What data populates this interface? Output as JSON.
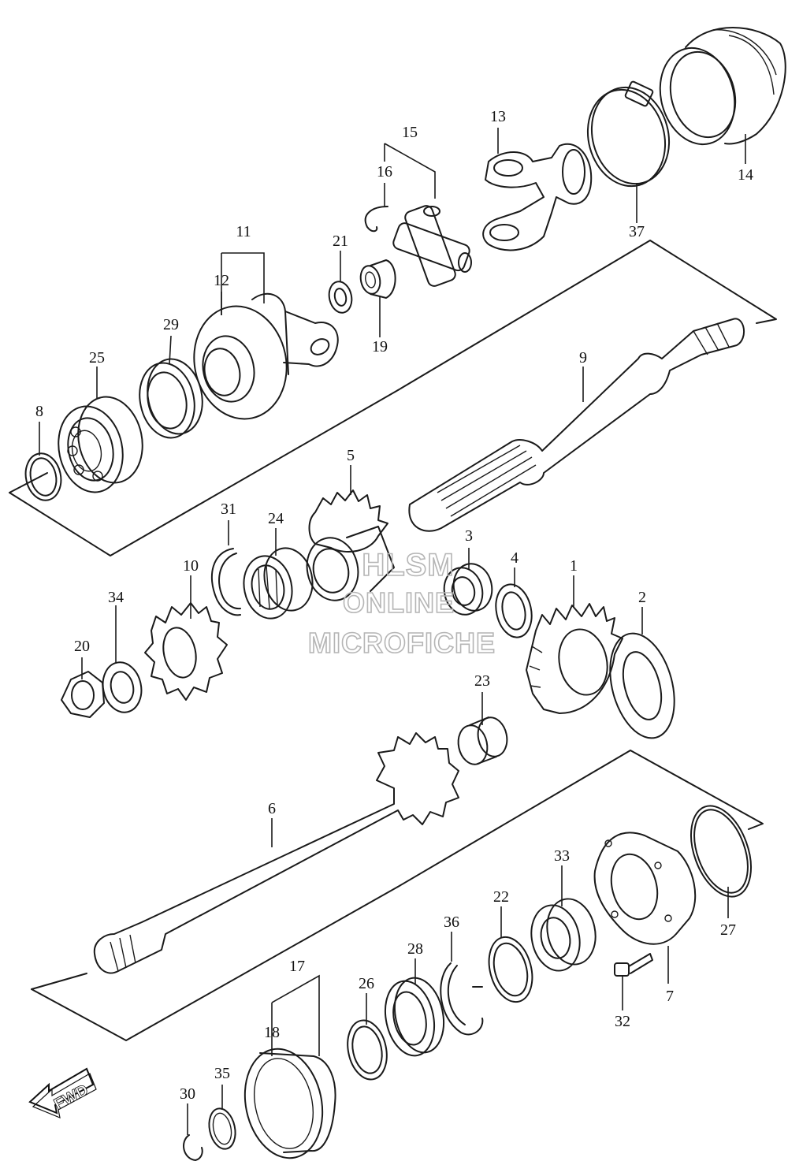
{
  "diagram": {
    "callouts": [
      "1",
      "2",
      "3",
      "4",
      "5",
      "6",
      "7",
      "8",
      "9",
      "10",
      "11",
      "12",
      "13",
      "14",
      "15",
      "16",
      "17",
      "18",
      "19",
      "20",
      "21",
      "22",
      "23",
      "24",
      "25",
      "26",
      "27",
      "28",
      "29",
      "30",
      "31",
      "32",
      "33",
      "34",
      "35",
      "36",
      "37"
    ],
    "fwd_badge": "FWD",
    "watermark": {
      "line1": "HLSM",
      "line2": "ONLINE",
      "line3": "MICROFICHE"
    }
  }
}
